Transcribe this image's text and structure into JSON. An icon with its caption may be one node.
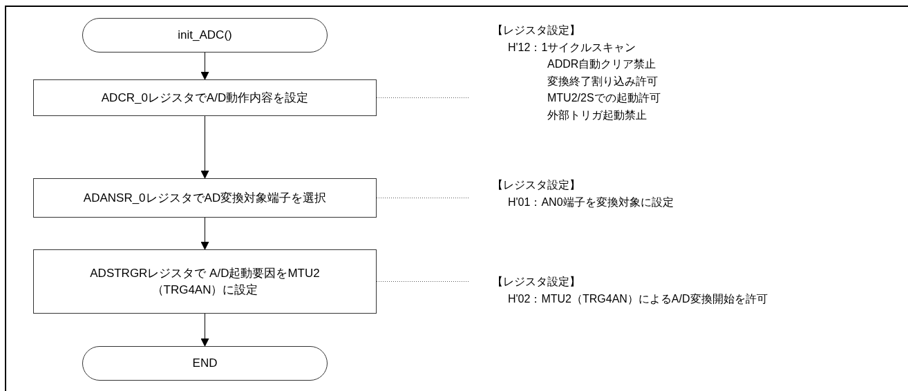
{
  "diagram": {
    "nodes": [
      {
        "text": [
          "init_ADC()"
        ]
      },
      {
        "text": [
          "ADCR_0レジスタでA/D動作内容を設定"
        ]
      },
      {
        "text": [
          "【レジスタ設定】",
          "H'12：1サイクルスキャン",
          "ADDR自動クリア禁止",
          "変換終了割り込み許可",
          "MTU2/2Sでの起動許可",
          "外部トリガ起動禁止"
        ]
      },
      {
        "text": [
          "ADANSR_0レジスタでAD変換対象端子を選択"
        ]
      },
      {
        "text": [
          "【レジスタ設定】",
          "H'01：AN0端子を変換対象に設定"
        ]
      },
      {
        "text": [
          "ADSTRGRレジスタで A/D起動要因をMTU2（TRG4AN）に設定"
        ]
      },
      {
        "text": [
          "【レジスタ設定】",
          "H'02：MTU2（TRG4AN）によるA/D変換開始を許可"
        ]
      },
      {
        "text": [
          "END"
        ]
      }
    ],
    "edges": [
      {
        "from": 0,
        "to": 1,
        "arrow": "to"
      },
      {
        "from": 1,
        "to": 3,
        "arrow": "to"
      },
      {
        "from": 3,
        "to": 5,
        "arrow": "to"
      },
      {
        "from": 5,
        "to": 7,
        "arrow": "to"
      },
      {
        "from": 1,
        "to": 2,
        "arrow": "none",
        "style": "dashed"
      },
      {
        "from": 3,
        "to": 4,
        "arrow": "none",
        "style": "dashed"
      },
      {
        "from": 5,
        "to": 6,
        "arrow": "none",
        "style": "dashed"
      }
    ]
  }
}
